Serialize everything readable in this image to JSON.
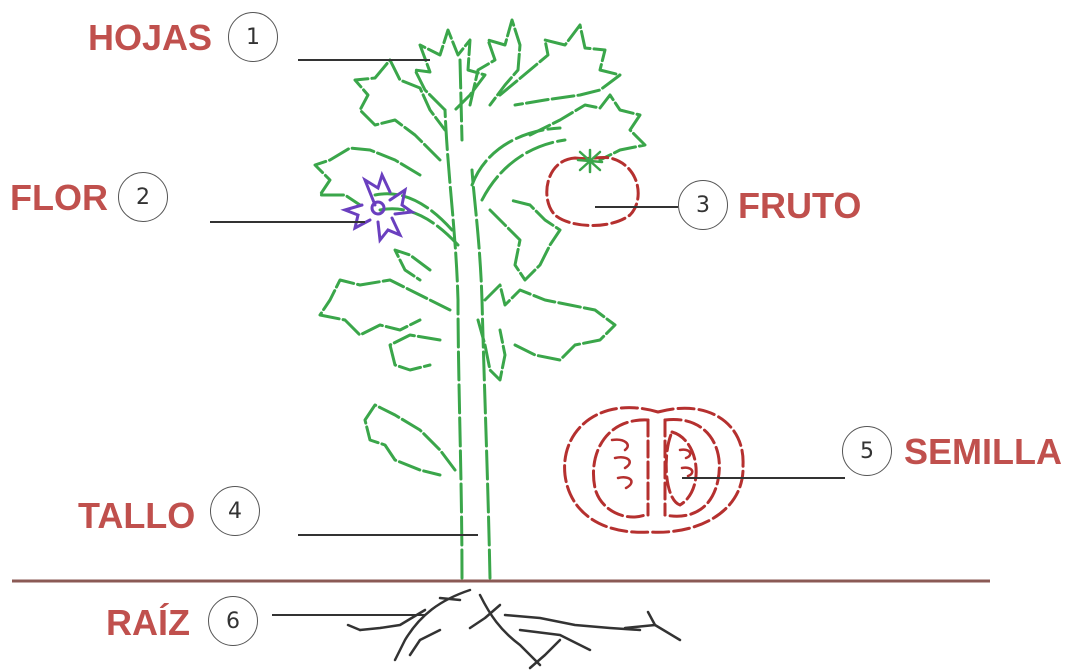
{
  "parts": [
    {
      "id": "hojas",
      "number": "1",
      "label": "HOJAS"
    },
    {
      "id": "flor",
      "number": "2",
      "label": "FLOR"
    },
    {
      "id": "fruto",
      "number": "3",
      "label": "FRUTO"
    },
    {
      "id": "tallo",
      "number": "4",
      "label": "TALLO"
    },
    {
      "id": "semilla",
      "number": "5",
      "label": "SEMILLA"
    },
    {
      "id": "raiz",
      "number": "6",
      "label": "RAÍZ"
    }
  ],
  "colors": {
    "label": "#c0504d",
    "plant": "#3aa64a",
    "fruit": "#b5302f",
    "flower": "#6a3fbf",
    "ground": "#8b5a55"
  }
}
